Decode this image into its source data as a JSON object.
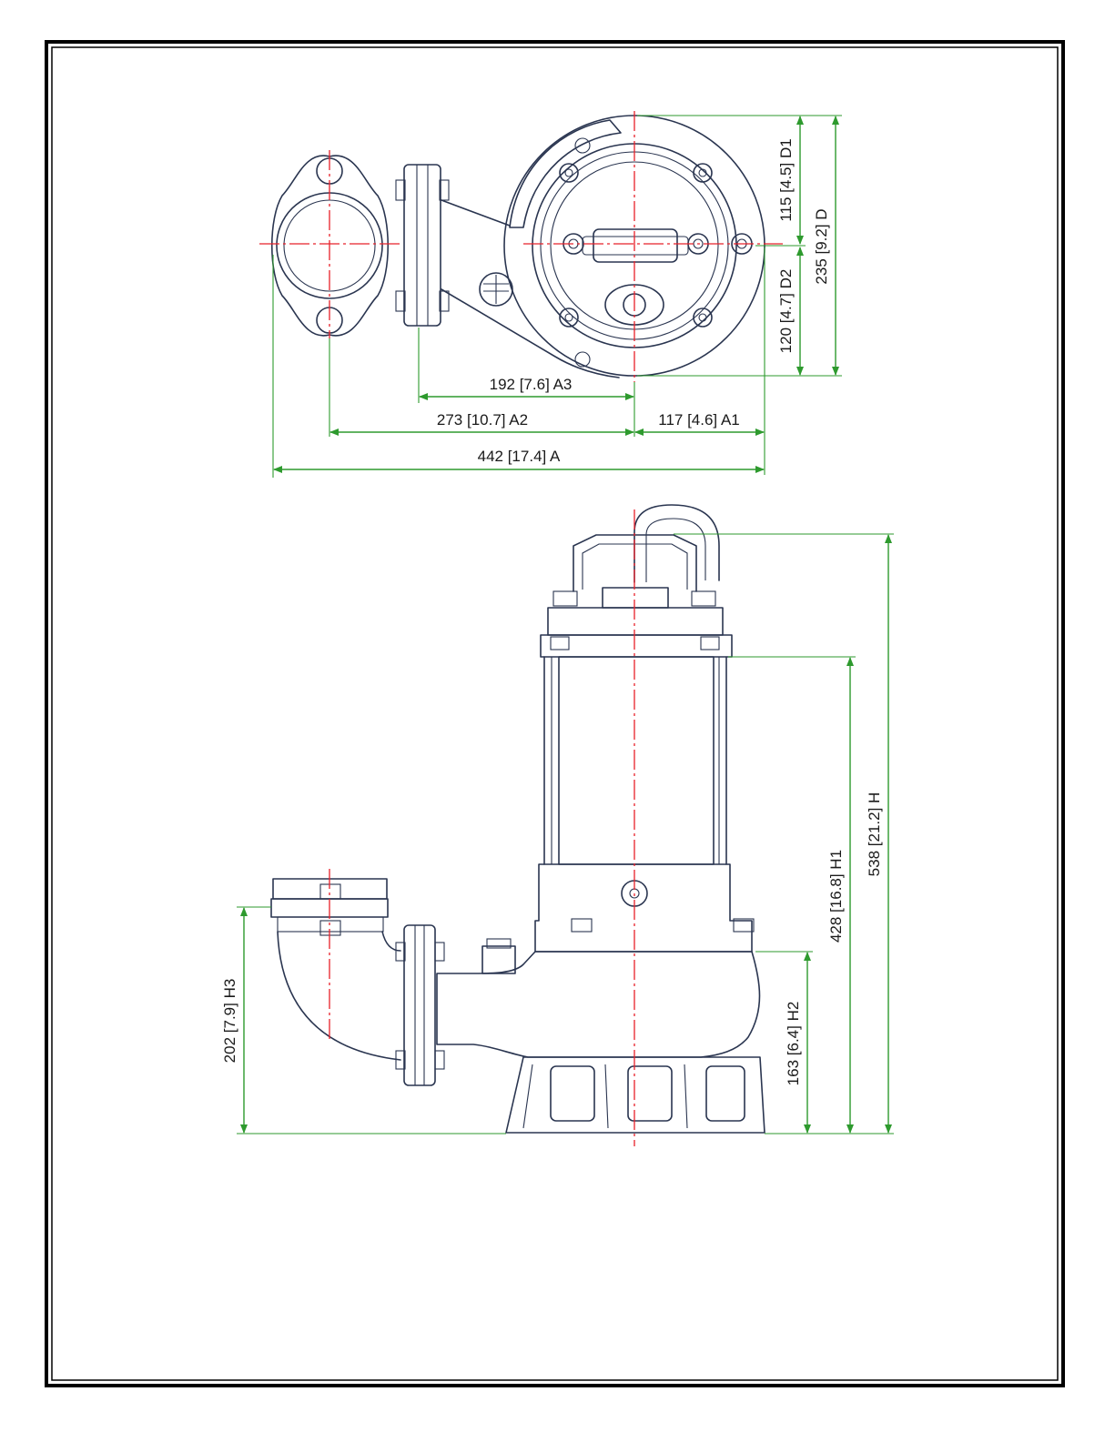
{
  "dimensions": {
    "D1": "115 [4.5] D1",
    "D": "235 [9.2] D",
    "D2": "120 [4.7] D2",
    "A3": "192 [7.6] A3",
    "A2": "273 [10.7] A2",
    "A1": "117 [4.6] A1",
    "A": "442 [17.4] A",
    "H": "538 [21.2] H",
    "H1": "428 [16.8] H1",
    "H2": "163 [6.4] H2",
    "H3": "202 [7.9] H3"
  },
  "colors": {
    "dimension_lines": "#2e9a2e",
    "center_lines": "#e8202a",
    "outline": "#2a3550",
    "frame": "#000000"
  }
}
